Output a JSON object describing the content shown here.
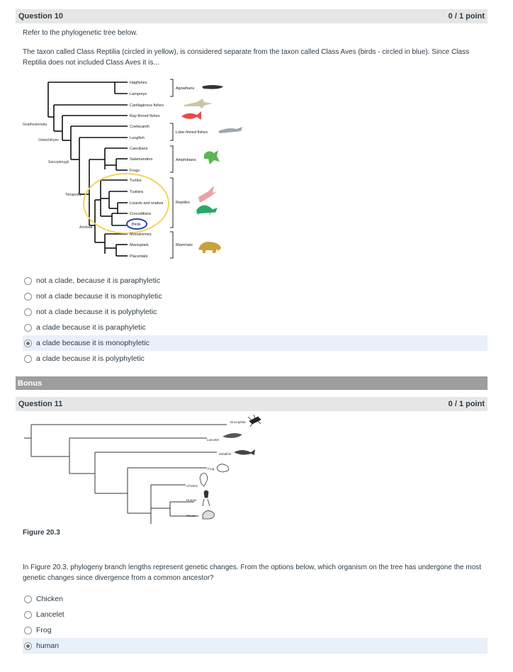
{
  "q10": {
    "title": "Question 10",
    "points": "0 / 1 point",
    "intro": "Refer to the phylogenetic tree below.",
    "prompt": "The taxon called Class Reptilia (circled in yellow), is considered separate from the taxon called Class Aves (birds - circled in blue). Since Class Reptilia does not included Class Aves it is...",
    "tree": {
      "taxa": [
        "Hagfishes",
        "Lampreys",
        "Cartilaginous fishes",
        "Ray-finned fishes",
        "Coelacanth",
        "Lungfish",
        "Caecilians",
        "Salamanders",
        "Frogs",
        "Turtles",
        "Tuatara",
        "Lizards and snakes",
        "Crocodilians",
        "Birds",
        "Monotremes",
        "Marsupials",
        "Placentals"
      ],
      "nodes": [
        "Gnathostomata",
        "Osteichthyes",
        "Sarcopterygii",
        "Tetrapoda",
        "Amniota"
      ],
      "groups": [
        "Agnathans",
        "Lobe-finned fishes",
        "Amphibians",
        "Reptiles",
        "Mammals"
      ],
      "colors": {
        "reptilia_circle": "#f5d35a",
        "aves_circle": "#2b4aa0"
      }
    },
    "options": [
      "not a clade, because it is paraphyletic",
      "not a clade because it is monophyletic",
      "not a clade because it is polyphyletic",
      "a clade because it is paraphyletic",
      "a clade because it is monophyletic",
      "a clade because it is polyphyletic"
    ],
    "selected_index": 4
  },
  "bonus": {
    "label": "Bonus"
  },
  "q11": {
    "title": "Question 11",
    "points": "0 / 1 point",
    "tree": {
      "taxa": [
        "Drosophila",
        "Lancelet",
        "Zebafish",
        "Frog",
        "Chicken",
        "Human",
        "Mouse"
      ]
    },
    "figure_caption": "Figure 20.3",
    "prompt": "In Figure 20.3, phylogeny branch lengths represent genetic changes. From the options below, which organism on the tree has undergone the most genetic changes since divergence from a common ancestor?",
    "options": [
      "Chicken",
      "Lancelet",
      "Frog",
      "human"
    ],
    "selected_index": 3
  }
}
